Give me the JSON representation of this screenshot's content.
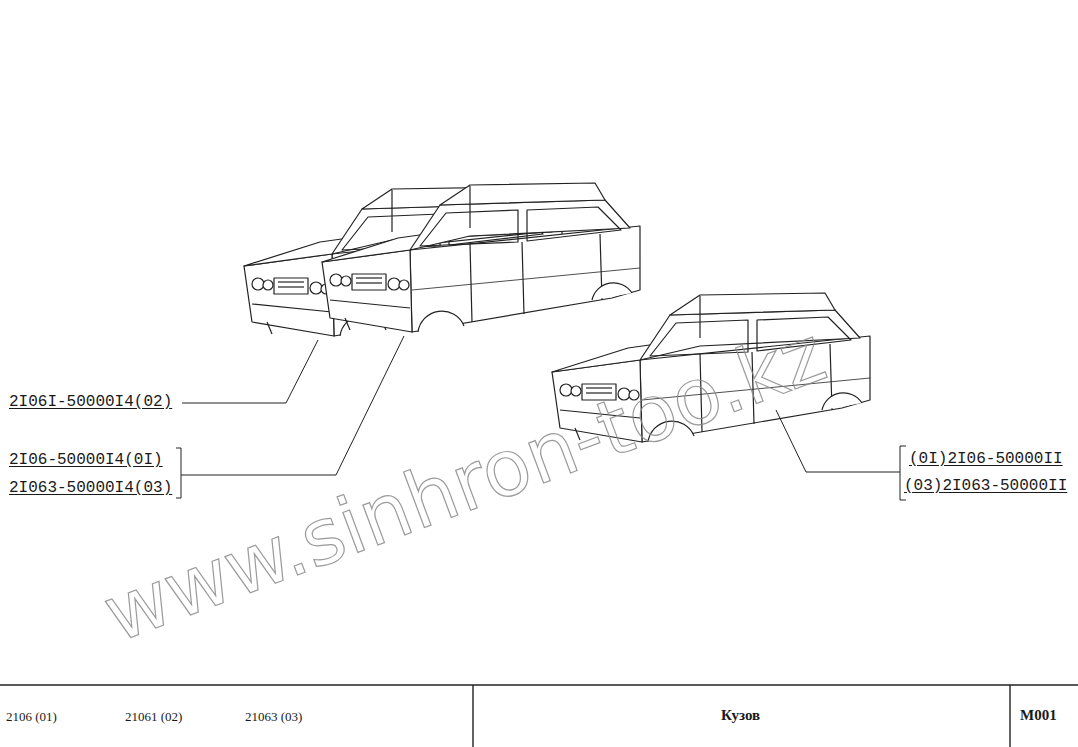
{
  "diagram": {
    "title": "Кузов",
    "labels": [
      "2I06I-50000I4(02)",
      "2I06-50000I4(0I)",
      "2I063-50000I4(03)",
      "(0I)2I06-50000II",
      "(03)2I063-50000II",
      "www.sinhron-too.kz",
      "2106 (01)",
      "21061 (02)",
      "21063 (03)",
      "M001"
    ]
  }
}
